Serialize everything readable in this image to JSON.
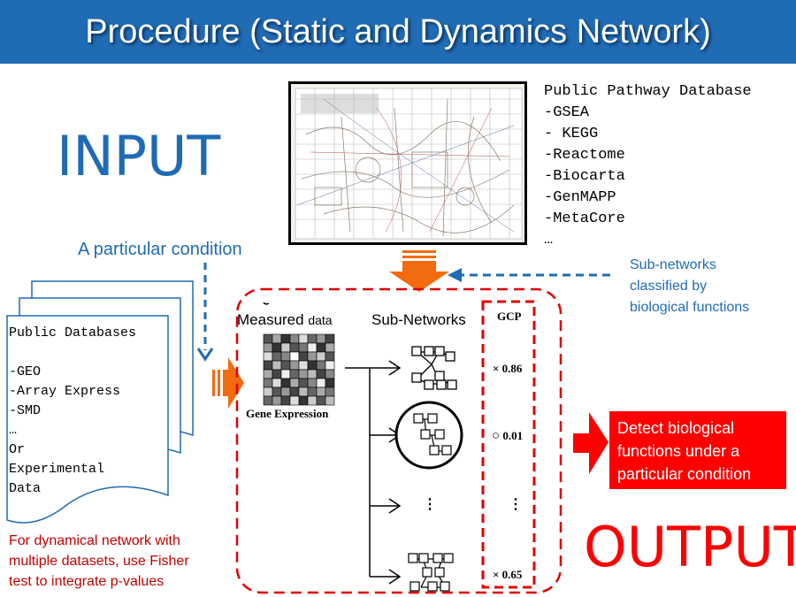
{
  "title": "Procedure (Static and Dynamics Network)",
  "labels": {
    "input": "INPUT",
    "output": "OUTPUT",
    "condition": "A particular condition",
    "subnet_classified": [
      "Sub-networks",
      "classified by",
      "biological functions"
    ],
    "measured": "Measured ",
    "measured_small": "data",
    "subnetworks": "Sub-Networks",
    "gene_expression": "Gene Expression",
    "gcp": "GCP",
    "detect": "Detect biological functions under a particular condition",
    "fisher_note": [
      "For dynamical network with",
      "multiple datasets, use Fisher",
      "test to integrate p-values"
    ]
  },
  "pathway_db": {
    "title": "Public Pathway Database",
    "items": [
      "-GSEA",
      "- KEGG",
      "-Reactome",
      "-Biocarta",
      "-GenMAPP",
      "-MetaCore",
      "…"
    ]
  },
  "public_db": {
    "lines": [
      "Public Databases",
      "",
      "-GEO",
      "-Array Express",
      "-SMD",
      "…",
      "Or",
      "Experimental",
      "Data"
    ]
  },
  "gcp_values": [
    {
      "mark": "×",
      "value": "0.86"
    },
    {
      "mark": "○",
      "value": "0.01"
    },
    {
      "mark": "",
      "value": "⋮"
    },
    {
      "mark": "×",
      "value": "0.65"
    }
  ],
  "ellipsis": "⋮",
  "colors": {
    "header_bg": "#1f6bb4",
    "input_text": "#1f6bb4",
    "output_text": "#ff0000",
    "dashed_red": "#e00000",
    "dashed_blue": "#1f6bb4",
    "arrow_orange": "#f26b0f",
    "detect_bg": "#ff0000"
  }
}
